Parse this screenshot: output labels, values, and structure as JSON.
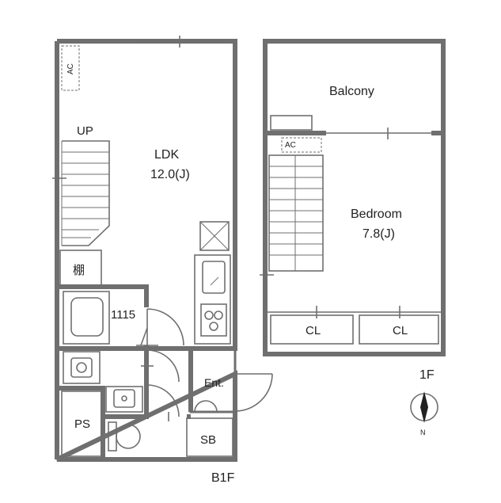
{
  "floors": {
    "b1": {
      "label": "B1F",
      "rooms": {
        "ac": "AC",
        "up": "UP",
        "ldk_name": "LDK",
        "ldk_size": "12.0(J)",
        "shelf": "棚",
        "bath_size": "1115",
        "entrance": "Ent.",
        "ps": "PS",
        "sb": "SB"
      }
    },
    "f1": {
      "label": "1F",
      "rooms": {
        "balcony": "Balcony",
        "ac": "AC",
        "bedroom_name": "Bedroom",
        "bedroom_size": "7.8(J)",
        "closet_left": "CL",
        "closet_right": "CL"
      }
    }
  },
  "compass": {
    "label": "N"
  }
}
